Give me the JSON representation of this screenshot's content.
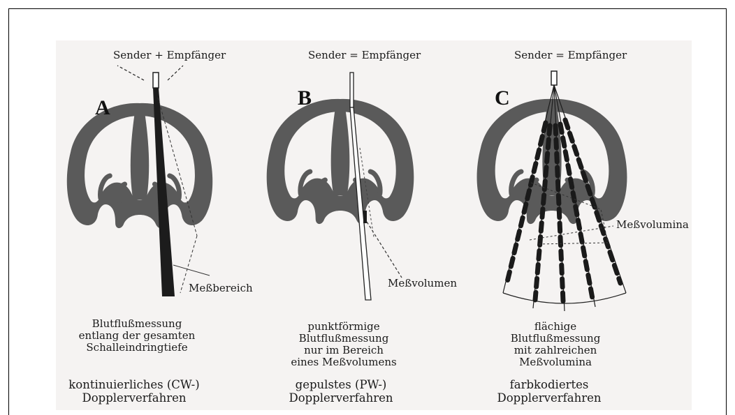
{
  "panels": [
    {
      "letter": "A",
      "header": "Sender + Empfänger",
      "annotation": "Meßbereich",
      "caption": [
        "Blutflußmessung",
        "entlang der gesamten",
        "Schalleindringtiefe"
      ],
      "mode": [
        "kontinuierliches (CW-)",
        "Dopplerverfahren"
      ]
    },
    {
      "letter": "B",
      "header": "Sender = Empfänger",
      "annotation": "Meßvolumen",
      "caption": [
        "punktförmige",
        "Blutflußmessung",
        "nur im Bereich",
        "eines Meßvolumens"
      ],
      "mode": [
        "gepulstes (PW-)",
        "Dopplerverfahren"
      ]
    },
    {
      "letter": "C",
      "header": "Sender = Empfänger",
      "annotation": "Meßvolumina",
      "caption": [
        "flächige",
        "Blutflußmessung",
        "mit zahlreichen",
        "Meßvolumina"
      ],
      "mode": [
        "farbkodiertes",
        "Dopplerverfahren"
      ]
    }
  ],
  "colors": {
    "heart": "#595959",
    "ink": "#1a1a1a",
    "background_scan": "#f5f3f2"
  }
}
